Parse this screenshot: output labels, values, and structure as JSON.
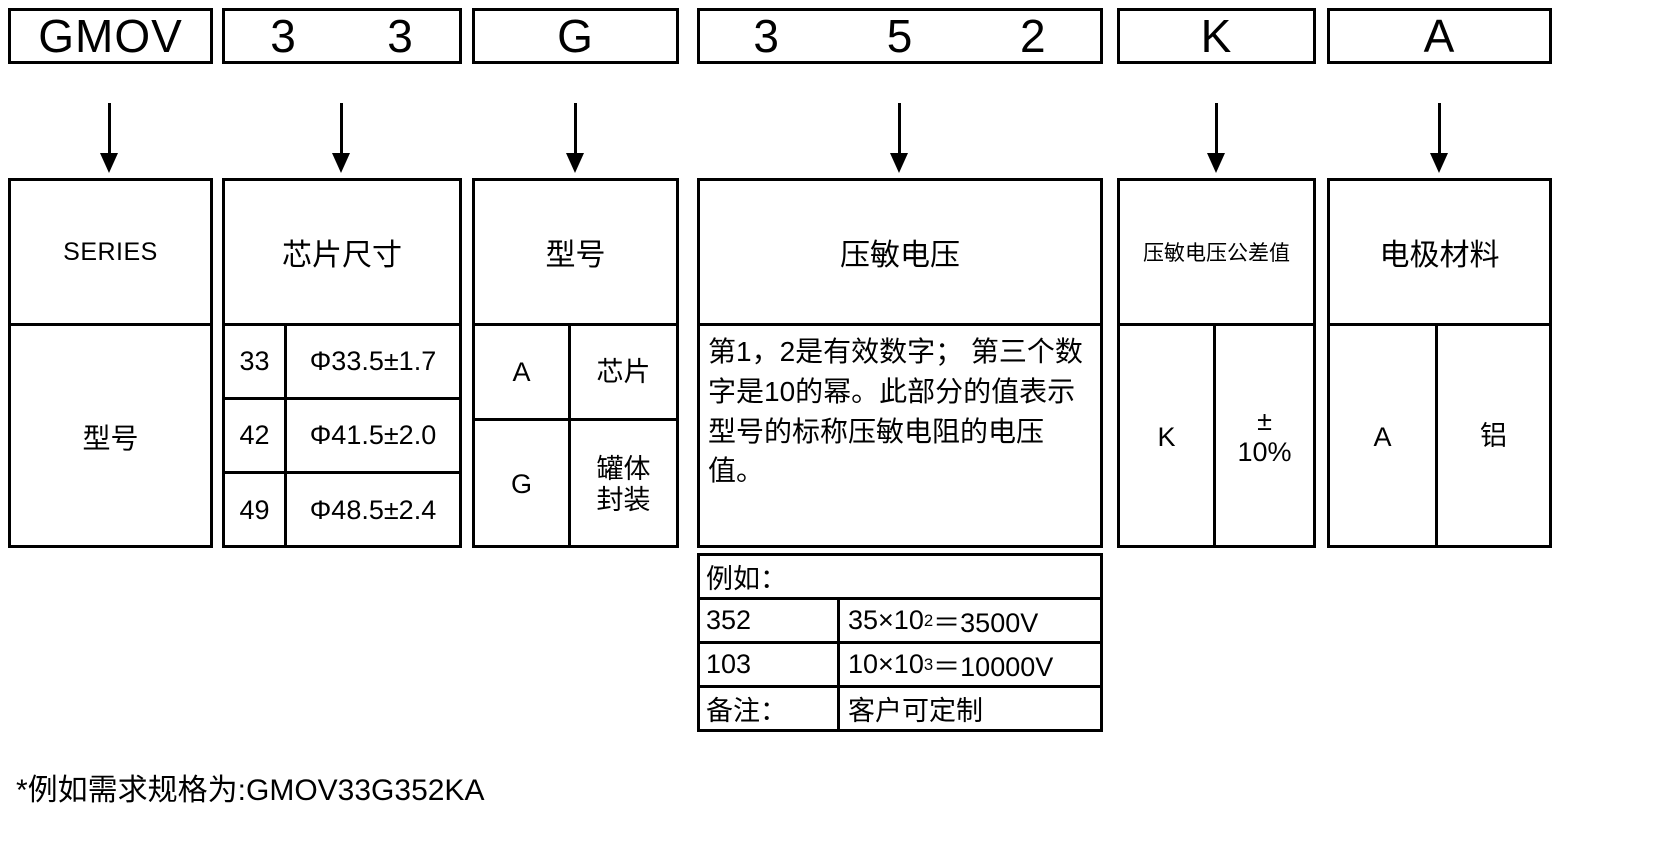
{
  "part_number_boxes": [
    {
      "name": "series",
      "chars": [
        "GMOV"
      ]
    },
    {
      "name": "chip-size",
      "chars": [
        "3",
        "3"
      ]
    },
    {
      "name": "model",
      "chars": [
        "G"
      ]
    },
    {
      "name": "varistor-voltage",
      "chars": [
        "3",
        "5",
        "2"
      ]
    },
    {
      "name": "tolerance",
      "chars": [
        "K"
      ]
    },
    {
      "name": "electrode",
      "chars": [
        "A"
      ]
    }
  ],
  "sections": {
    "series": {
      "title": "SERIES",
      "value": "型号"
    },
    "chip_size": {
      "title": "芯片尺寸",
      "rows": [
        {
          "code": "33",
          "dim": "Φ33.5±1.7"
        },
        {
          "code": "42",
          "dim": "Φ41.5±2.0"
        },
        {
          "code": "49",
          "dim": "Φ48.5±2.4"
        }
      ]
    },
    "model": {
      "title": "型号",
      "rows": [
        {
          "code": "A",
          "desc": "芯片"
        },
        {
          "code": "G",
          "desc": "罐体\n封装"
        }
      ]
    },
    "varistor_voltage": {
      "title": "压敏电压",
      "description": "第1，2是有效数字； 第三个数字是10的幂。此部分的值表示型号的标称压敏电阻的电压值。",
      "example_label": "例如：",
      "examples": [
        {
          "code": "352",
          "calc_base": "35×10",
          "calc_exp": "2",
          "calc_result": "＝3500V"
        },
        {
          "code": "103",
          "calc_base": "10×10",
          "calc_exp": "3",
          "calc_result": "＝10000V"
        }
      ],
      "remark_label": "备注：",
      "remark_value": "客户可定制"
    },
    "tolerance": {
      "title": "压敏电压公差值",
      "rows": [
        {
          "code": "K",
          "desc": "±\n10%"
        }
      ]
    },
    "electrode": {
      "title": "电极材料",
      "rows": [
        {
          "code": "A",
          "desc": "铝"
        }
      ]
    }
  },
  "footnote": "*例如需求规格为:GMOV33G352KA",
  "colors": {
    "line": "#000000",
    "background": "#ffffff",
    "text": "#000000"
  }
}
